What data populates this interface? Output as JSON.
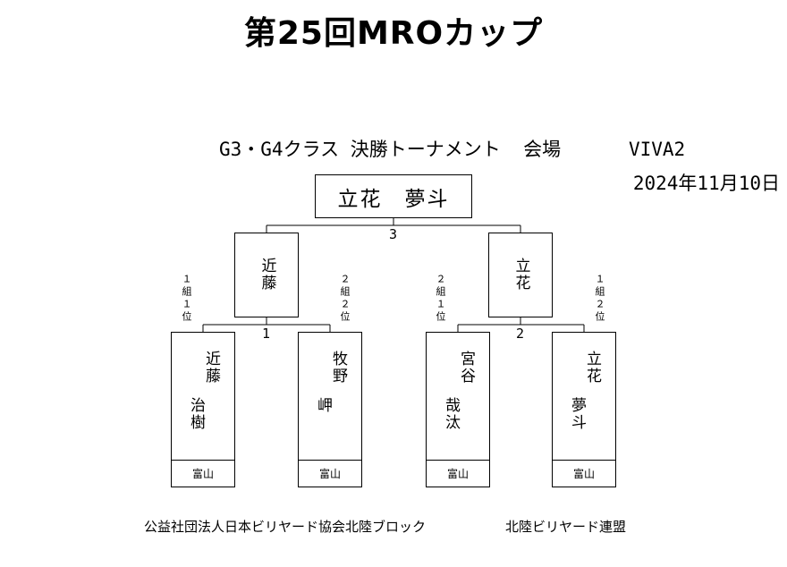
{
  "title": "第25回MROカップ",
  "subtitle": "G3・G4クラス 決勝トーナメント  会場      VIVA2",
  "date": "2024年11月10日",
  "champion": "立花　夢斗",
  "final_score": "3",
  "semifinal": [
    {
      "name": "近藤",
      "score": "1"
    },
    {
      "name": "立花",
      "score": "2"
    }
  ],
  "players": [
    {
      "group": "１組１位",
      "family": "近藤",
      "given": "治樹",
      "pref": "富山"
    },
    {
      "group": "２組２位",
      "family": "牧野",
      "given": "岬",
      "pref": "富山"
    },
    {
      "group": "２組１位",
      "family": "宮谷",
      "given": "哉汰",
      "pref": "富山"
    },
    {
      "group": "１組２位",
      "family": "立花",
      "given": "夢斗",
      "pref": "富山"
    }
  ],
  "footer": {
    "left": "公益社団法人日本ビリヤード協会北陸ブロック",
    "right": "北陸ビリヤード連盟"
  }
}
